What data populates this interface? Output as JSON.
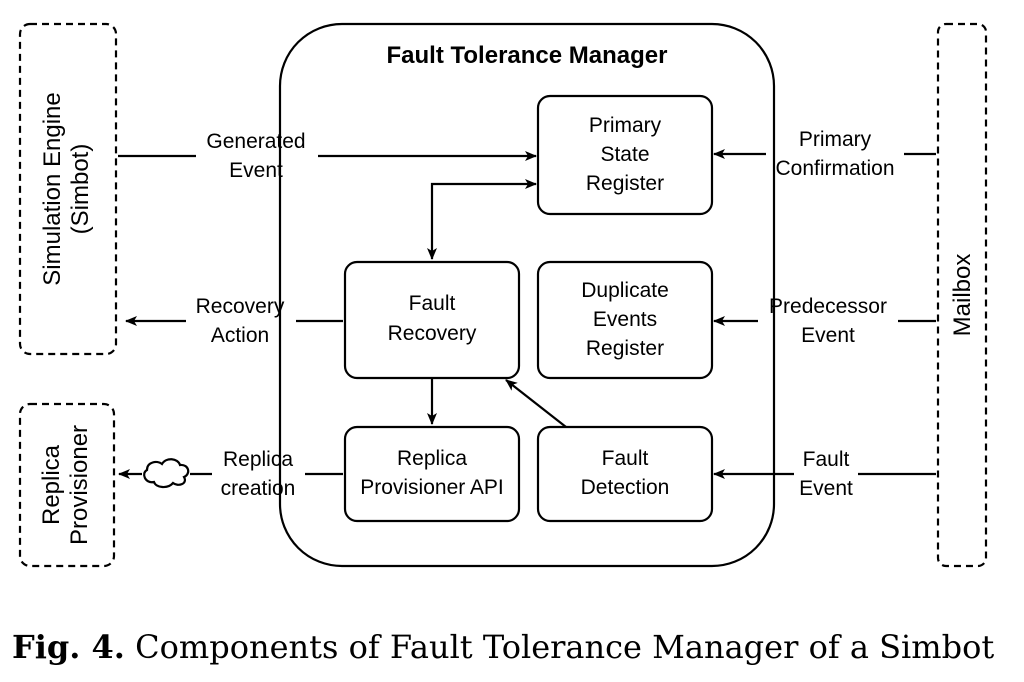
{
  "ftm": {
    "title": "Fault Tolerance Manager"
  },
  "external": {
    "sim_engine": [
      "Simulation Engine",
      "(Simbot)"
    ],
    "replica_provisioner": [
      "Replica",
      "Provisioner"
    ],
    "mailbox": "Mailbox"
  },
  "components": {
    "primary_state_register": [
      "Primary",
      "State",
      "Register"
    ],
    "fault_recovery": [
      "Fault",
      "Recovery"
    ],
    "duplicate_events_register": [
      "Duplicate",
      "Events",
      "Register"
    ],
    "replica_provisioner_api": [
      "Replica",
      "Provisioner API"
    ],
    "fault_detection": [
      "Fault",
      "Detection"
    ]
  },
  "edge_labels": {
    "generated_event": [
      "Generated",
      "Event"
    ],
    "recovery_action": [
      "Recovery",
      "Action"
    ],
    "replica_creation": [
      "Replica",
      "creation"
    ],
    "primary_confirmation": [
      "Primary",
      "Confirmation"
    ],
    "predecessor_event": [
      "Predecessor",
      "Event"
    ],
    "fault_event": [
      "Fault",
      "Event"
    ]
  },
  "caption": {
    "label": "Fig. 4.",
    "text": "Components of Fault Tolerance Manager of a Simbot"
  }
}
